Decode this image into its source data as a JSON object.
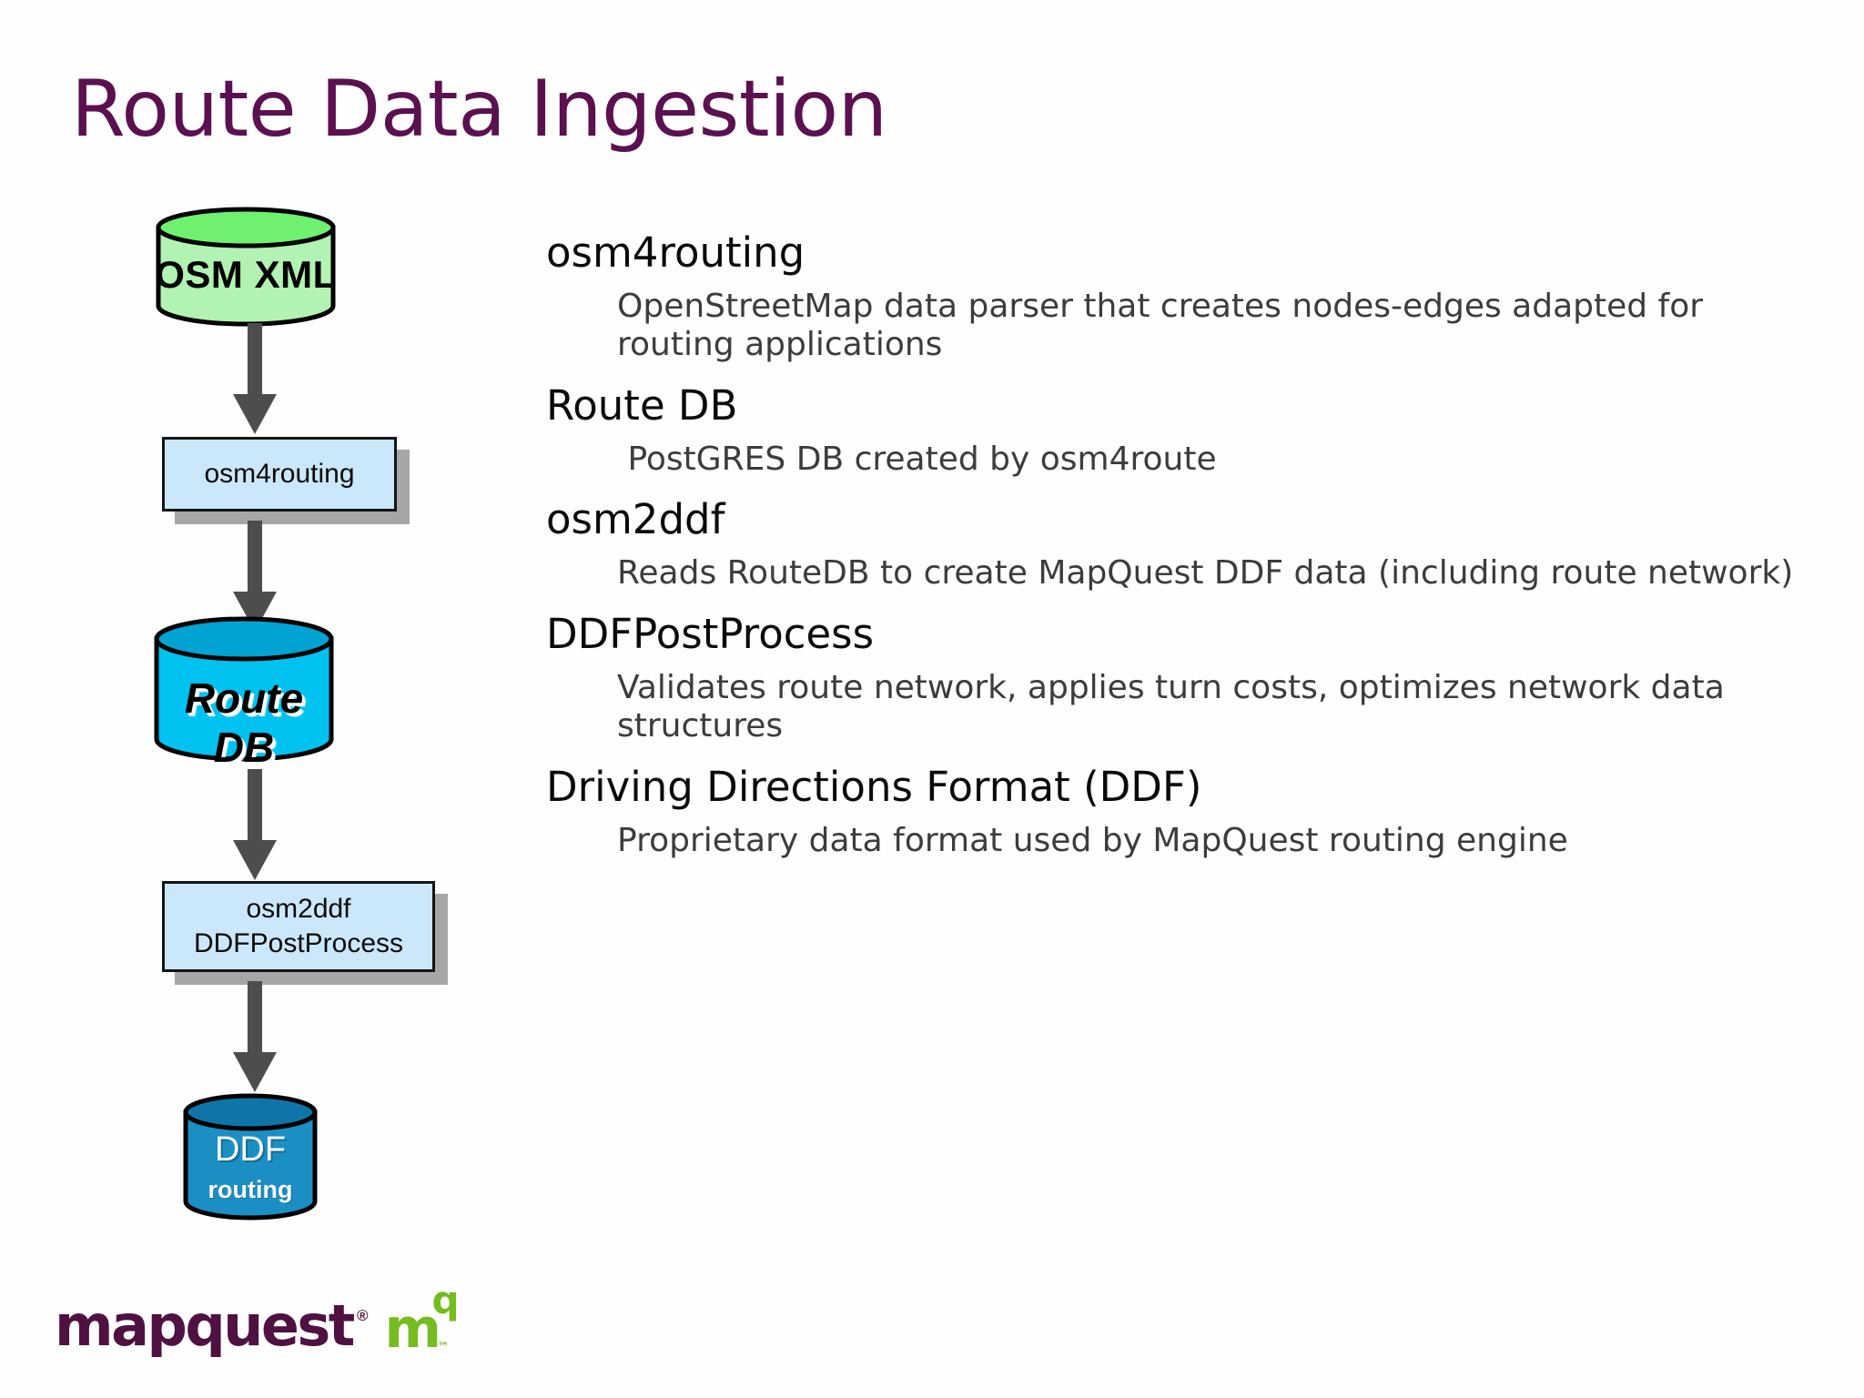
{
  "slide": {
    "title": "Route Data Ingestion"
  },
  "diagram": {
    "nodes": [
      {
        "id": "osm-xml",
        "type": "cylinder",
        "label": "OSM XML",
        "color": "#B2F2B2",
        "top_color": "#6FF06F"
      },
      {
        "id": "osm4routing",
        "type": "process",
        "label": "osm4routing",
        "color": "#CBE7FA",
        "shadow_color": "#A6A6A6"
      },
      {
        "id": "route-db",
        "type": "cylinder",
        "label": "Route DB",
        "color": "#00C2F0",
        "top_color": "#00A3D1"
      },
      {
        "id": "osm2ddf",
        "type": "process",
        "label_line1": "osm2ddf",
        "label_line2": "DDFPostProcess",
        "color": "#CBE7FA",
        "shadow_color": "#A6A6A6"
      },
      {
        "id": "ddf",
        "type": "cylinder",
        "label": "DDF",
        "sublabel": "routing",
        "color": "#1B8FC4",
        "top_color": "#0F74A8"
      }
    ],
    "arrow_color": "#4D4D4D"
  },
  "content": {
    "blocks": [
      {
        "heading": "osm4routing",
        "body": "OpenStreetMap data parser that creates nodes-edges adapted for routing applications"
      },
      {
        "heading": "Route DB",
        "body": " PostGRES DB created by osm4route"
      },
      {
        "heading": "osm2ddf",
        "body": "Reads RouteDB to create MapQuest DDF data (including route network)"
      },
      {
        "heading": "DDFPostProcess",
        "body": "Validates route network, applies turn costs, optimizes network data structures"
      },
      {
        "heading": "Driving Directions Format (DDF)",
        "body": "Proprietary data format used by MapQuest routing engine"
      }
    ]
  },
  "logo": {
    "wordmark": "mapquest",
    "registered": "®",
    "mark": "m",
    "mark_superscript": "q",
    "trademark": "™",
    "word_color": "#4E1142",
    "mark_color": "#76BC21"
  },
  "colors": {
    "title": "#5B1050",
    "heading": "#0A0A0A",
    "body": "#3C3C3C",
    "background": "#FEFEFE"
  }
}
